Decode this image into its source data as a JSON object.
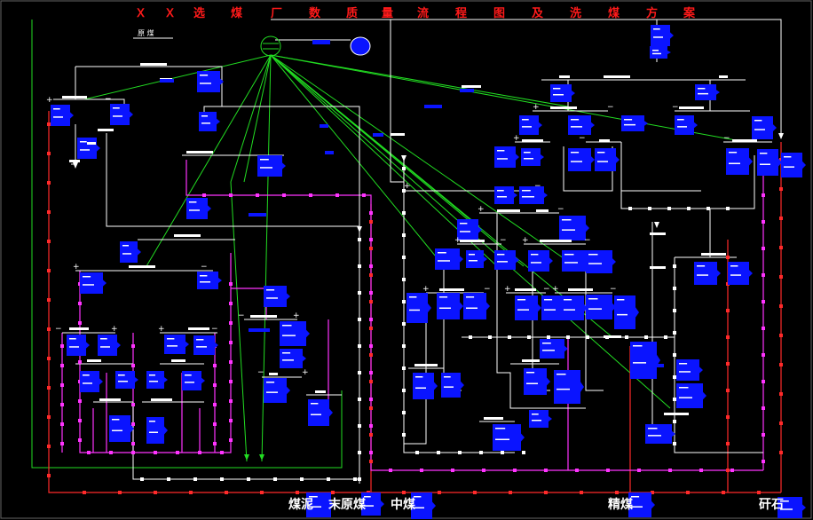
{
  "title_chars": [
    "Ｘ",
    "Ｘ",
    "选",
    "煤",
    "厂",
    "数",
    "质",
    "量",
    "流",
    "程",
    "图",
    "及",
    "洗",
    "煤",
    "方",
    "案"
  ],
  "bottom_labels": [
    "煤泥",
    "末原煤",
    "中煤",
    "精煤",
    "矸石"
  ],
  "node_labels": {
    "raw_coal": "原  煤",
    "plus": "+",
    "minus": "−"
  },
  "colors": {
    "background": "#000000",
    "title": "#ff1a1a",
    "white_line": "#ffffff",
    "red_line": "#ff2a2a",
    "magenta_line": "#ff33ff",
    "green_line": "#22dd22",
    "blue_box": "#0a14ff",
    "label_text": "#ffffff"
  }
}
